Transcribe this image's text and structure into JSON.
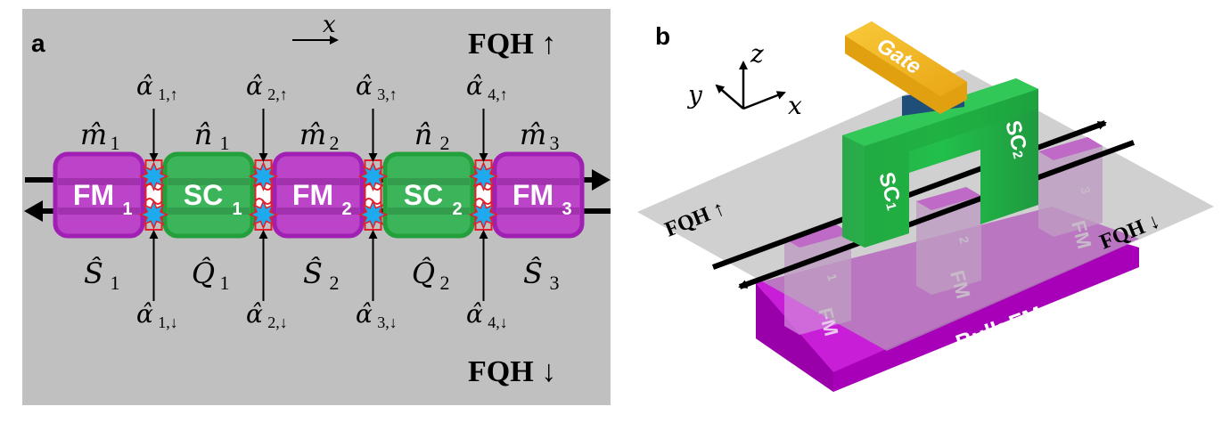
{
  "panel_a": {
    "label": "a",
    "axis_label": "x",
    "fqh_top": "FQH ↑",
    "fqh_bottom": "FQH ↓",
    "blocks": [
      {
        "main": "FM",
        "sub": "1",
        "kind": "fm",
        "op_top": "m̂",
        "op_top_sub": "1",
        "op_bottom": "Ŝ",
        "op_bottom_sub": "1"
      },
      {
        "main": "SC",
        "sub": "1",
        "kind": "sc",
        "op_top": "n̂",
        "op_top_sub": "1",
        "op_bottom": "Q̂",
        "op_bottom_sub": "1"
      },
      {
        "main": "FM",
        "sub": "2",
        "kind": "fm",
        "op_top": "m̂",
        "op_top_sub": "2",
        "op_bottom": "Ŝ",
        "op_bottom_sub": "2"
      },
      {
        "main": "SC",
        "sub": "2",
        "kind": "sc",
        "op_top": "n̂",
        "op_top_sub": "2",
        "op_bottom": "Q̂",
        "op_bottom_sub": "2"
      },
      {
        "main": "FM",
        "sub": "3",
        "kind": "fm",
        "op_top": "m̂",
        "op_top_sub": "3",
        "op_bottom": "Ŝ",
        "op_bottom_sub": "3"
      }
    ],
    "alphas_top": [
      {
        "sym": "α̂",
        "sub": "1,↑"
      },
      {
        "sym": "α̂",
        "sub": "2,↑"
      },
      {
        "sym": "α̂",
        "sub": "3,↑"
      },
      {
        "sym": "α̂",
        "sub": "4,↑"
      }
    ],
    "alphas_bottom": [
      {
        "sym": "α̂",
        "sub": "1,↓"
      },
      {
        "sym": "α̂",
        "sub": "2,↓"
      },
      {
        "sym": "α̂",
        "sub": "3,↓"
      },
      {
        "sym": "α̂",
        "sub": "4,↓"
      }
    ]
  },
  "panel_b": {
    "label": "b",
    "axis_z": "z",
    "axis_y": "y",
    "axis_x": "x",
    "gate": "Gate",
    "sc1": "SC",
    "sc1_sub": "1",
    "sc2": "SC",
    "sc2_sub": "2",
    "fm1": "FM",
    "fm1_sub": "1",
    "fm2": "FM",
    "fm2_sub": "2",
    "fm3": "FM",
    "fm3_sub": "3",
    "fqh_up": "FQH ↑",
    "fqh_down": "FQH ↓",
    "bulk": "Bulk FM"
  },
  "colors": {
    "panel_bg": "#c0c0c0",
    "fm": "#bb44c8",
    "fm_edge": "#a020b4",
    "sc": "#3cb45a",
    "sc_edge": "#23a03c",
    "star": "#1eaaee",
    "star_edge": "#e0202a",
    "gate": "#f2b31c",
    "bulk": "#b800c8"
  }
}
